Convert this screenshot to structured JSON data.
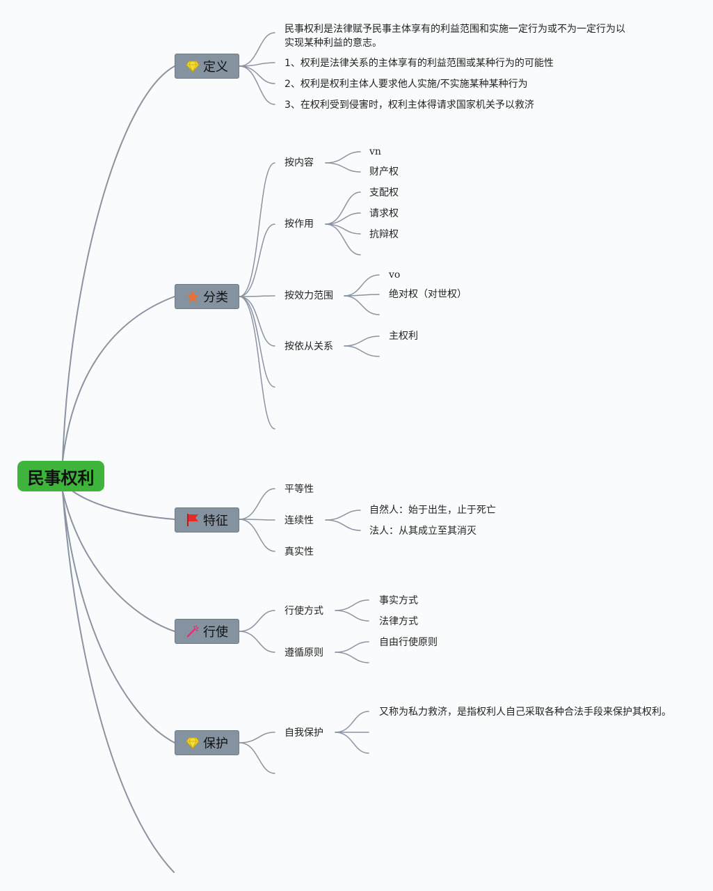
{
  "root": {
    "label": "民事权利"
  },
  "branches": {
    "definition": {
      "label": "定义",
      "icon": "gem-icon",
      "items": [
        "民事权利是法律赋予民事主体享有的利益范围和实施一定行为或不为一定行为以实现某种利益的意志。",
        "1、权利是法律关系的主体享有的利益范围或某种行为的可能性",
        "2、权利是权利主体人要求他人实施/不实施某种某种行为",
        "3、在权利受到侵害时，权利主体得请求国家机关予以救济"
      ]
    },
    "classification": {
      "label": "分类",
      "icon": "star-icon",
      "groups": [
        {
          "label": "按内容",
          "children": [
            "vn",
            "财产权"
          ]
        },
        {
          "label": "按作用",
          "children": [
            "支配权",
            "请求权",
            "抗辩权"
          ]
        },
        {
          "label": "按效力范围",
          "children": [
            "vo",
            "绝对权（对世权）"
          ]
        },
        {
          "label": "按依从关系",
          "children": [
            "主权利"
          ]
        }
      ]
    },
    "features": {
      "label": "特征",
      "icon": "flag-icon",
      "items": [
        "平等性",
        "连续性",
        "真实性"
      ],
      "continuity_children": [
        "自然人：始于出生，止于死亡",
        "法人：从其成立至其消灭"
      ]
    },
    "exercise": {
      "label": "行使",
      "icon": "magic-wand-icon",
      "groups": [
        {
          "label": "行使方式",
          "children": [
            "事实方式",
            "法律方式"
          ]
        },
        {
          "label": "遵循原则",
          "children": [
            "自由行使原则"
          ]
        }
      ]
    },
    "protection": {
      "label": "保护",
      "icon": "gem-icon",
      "groups": [
        {
          "label": "自我保护",
          "children": [
            "又称为私力救济，是指权利人自己采取各种合法手段来保护其权利。"
          ]
        }
      ]
    }
  },
  "colors": {
    "root": "#3fb43c",
    "branch": "#8593a1",
    "line": "#8a93a2",
    "gem": "#f3dc3a",
    "star": "#e8703a",
    "flag": "#e52a2a",
    "wand": "#e0326e"
  }
}
